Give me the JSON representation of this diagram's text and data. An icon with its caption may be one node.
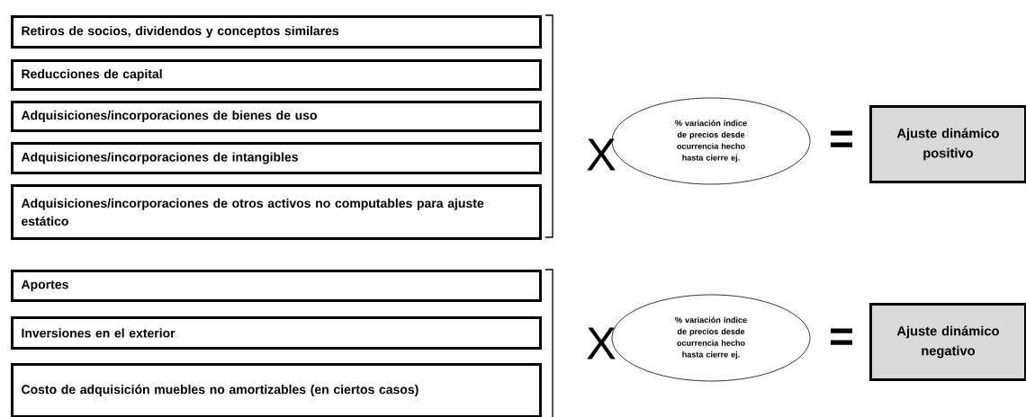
{
  "diagram": {
    "nodes": [
      {
        "text": [
          "Retiros de socios, dividendos y conceptos similares"
        ]
      },
      {
        "text": [
          "Reducciones de capital"
        ]
      },
      {
        "text": [
          "Adquisiciones/incorporaciones de bienes de uso"
        ]
      },
      {
        "text": [
          "Adquisiciones/incorporaciones de intangibles"
        ]
      },
      {
        "text": [
          "Adquisiciones/incorporaciones de otros activos no computables para ajuste estático"
        ]
      },
      {
        "text": [
          "% variación índice de precios desde ocurrencia hecho hasta cierre ej."
        ]
      },
      {
        "text": [
          "Ajuste dinámico positivo"
        ]
      },
      {
        "text": [
          "Aportes"
        ]
      },
      {
        "text": [
          "Inversiones en el exterior"
        ]
      },
      {
        "text": [
          "Costo de adquisición muebles no amortizables (en ciertos casos)"
        ]
      },
      {
        "text": [
          "% variación índice de precios desde ocurrencia hecho hasta cierre ej."
        ]
      },
      {
        "text": [
          "Ajuste dinámico negativo"
        ]
      }
    ],
    "labels": [
      "X",
      "=",
      "X",
      "="
    ]
  }
}
